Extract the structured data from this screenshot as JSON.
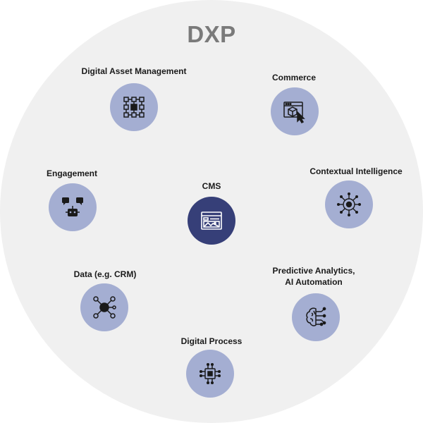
{
  "title": "DXP",
  "nodes": {
    "dam": {
      "label": "Digital Asset Management",
      "icon": "network-blocks-icon"
    },
    "commerce": {
      "label": "Commerce",
      "icon": "browser-box-cursor-icon"
    },
    "engagement": {
      "label": "Engagement",
      "icon": "chat-bot-icon"
    },
    "cms": {
      "label": "CMS",
      "icon": "web-layout-icon"
    },
    "contextual": {
      "label": "Contextual Intelligence",
      "icon": "circuit-head-icon"
    },
    "data": {
      "label": "Data (e.g. CRM)",
      "icon": "hub-network-icon"
    },
    "predictive": {
      "label_line1": "Predictive Analytics,",
      "label_line2": "AI Automation",
      "icon": "brain-circuit-icon"
    },
    "process": {
      "label": "Digital Process",
      "icon": "chip-icon"
    }
  },
  "colors": {
    "outer_circle": "#f0f0f0",
    "node": "#a4aed2",
    "center_node": "#363f78",
    "title": "#7a7a7a"
  }
}
